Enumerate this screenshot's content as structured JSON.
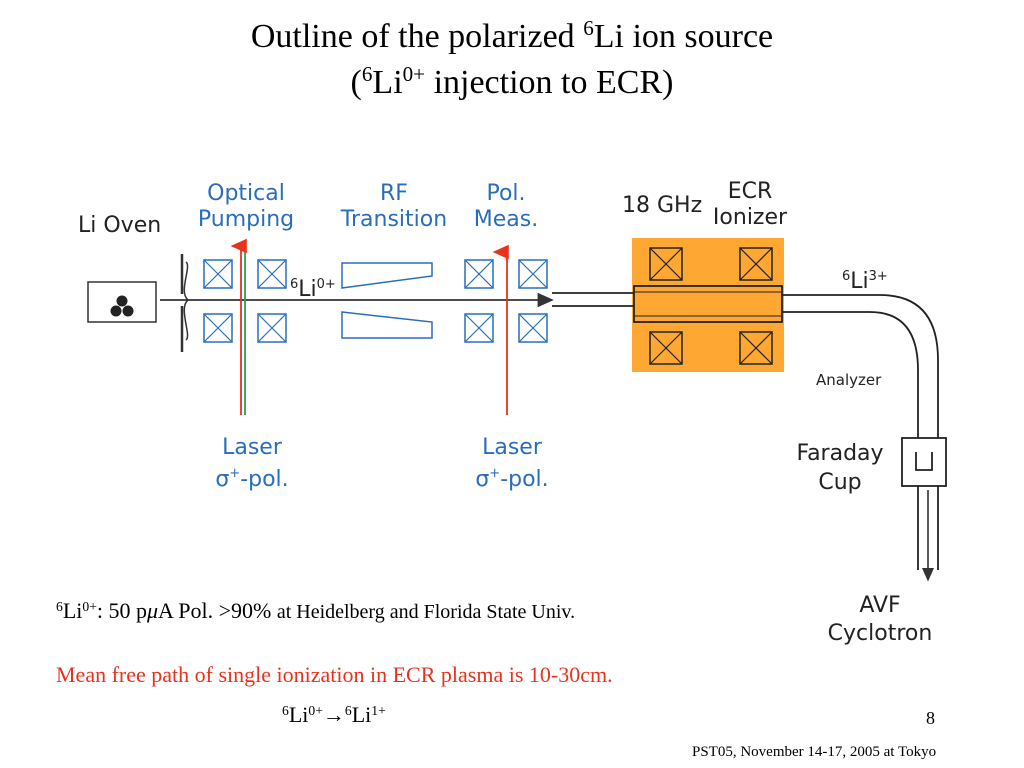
{
  "slide": {
    "title_line1_pre": "Outline of the polarized ",
    "title_line1_sup": "6",
    "title_line1_post": "Li ion source",
    "title_line2_open": "(",
    "title_line2_sup1": "6",
    "title_line2_mid": "Li",
    "title_line2_sup2": "0+",
    "title_line2_post": " injection to ECR)",
    "page_number": "8",
    "footer": "PST05, November 14-17, 2005 at Tokyo"
  },
  "diagram": {
    "li_oven": "Li Oven",
    "optical_pumping_1": "Optical",
    "optical_pumping_2": "Pumping",
    "rf_transition_1": "RF",
    "rf_transition_2": "Transition",
    "pol_meas_1": "Pol.",
    "pol_meas_2": "Meas.",
    "ghz": "18 GHz",
    "ecr_1": "ECR",
    "ecr_2": "Ionizer",
    "beam_label_sup": "6",
    "beam_label_main": "Li",
    "beam_label_sup2": "0+",
    "out_label_sup": "6",
    "out_label_main": "Li",
    "out_label_sup2": "3+",
    "analyzer": "Analyzer",
    "faraday_1": "Faraday",
    "faraday_2": "Cup",
    "avf_1": "AVF",
    "avf_2": "Cyclotron",
    "laser1_1": "Laser",
    "laser1_sigma": "σ",
    "laser1_sup": "+",
    "laser1_pol": "-pol.",
    "laser2_1": "Laser",
    "laser2_sigma": "σ",
    "laser2_sup": "+",
    "laser2_pol": "-pol.",
    "colors": {
      "blue_text": "#2a6ebb",
      "ecr_orange": "#ffa733",
      "laser_red": "#e8321e",
      "laser_green": "#2ea04a"
    }
  },
  "notes": {
    "intensity_sup1": "6",
    "intensity_main": "Li",
    "intensity_sup2": "0+",
    "intensity_value": ": 50 p",
    "intensity_mu": "μ",
    "intensity_rest": "A Pol. >90% ",
    "intensity_small": "at Heidelberg and Florida State Univ.",
    "mean_free_path": "Mean free path of single ionization in ECR plasma is 10-30cm.",
    "reaction_sup1": "6",
    "reaction_li1": "Li",
    "reaction_sup2": "0+",
    "reaction_arrow": "→",
    "reaction_sup3": "6",
    "reaction_li2": "Li",
    "reaction_sup4": "1+"
  }
}
